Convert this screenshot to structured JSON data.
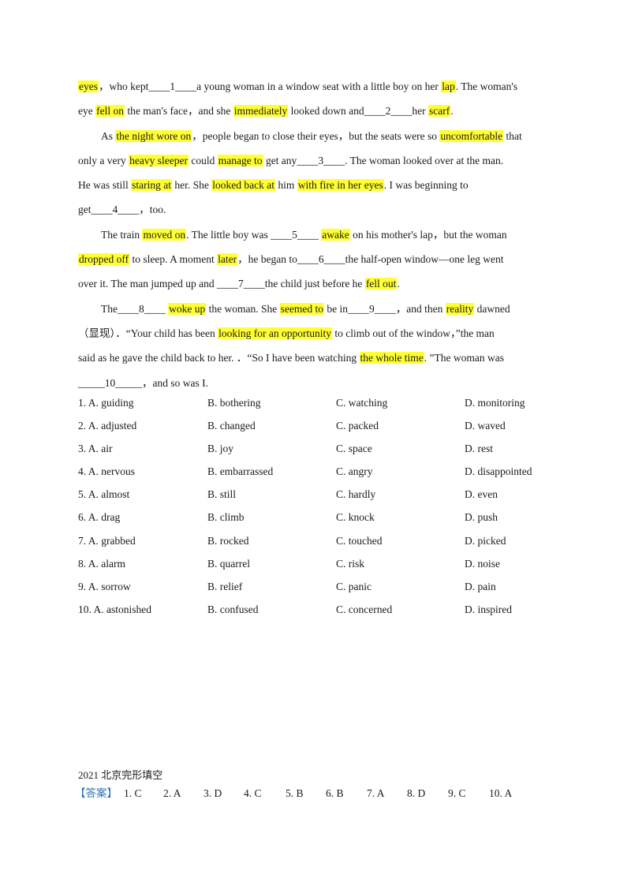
{
  "passage": {
    "line1": {
      "hl1": "eyes",
      "t1": "，who kept",
      "b1": "____1____",
      "t2": "a young woman in a window seat with a little boy on her ",
      "hl2": "lap",
      "t3": ". The woman's"
    },
    "line2": {
      "t1": "eye ",
      "hl1": "fell on",
      "t2": " the man's face，and she ",
      "hl2": "immediately",
      "t3": " looked down and",
      "b1": "____2____",
      "t4": "her ",
      "hl3": "scarf",
      "t5": "."
    },
    "line3": {
      "t1": "As ",
      "hl1": "the night wore on",
      "t2": "，people began to close their eyes，but the seats were so ",
      "hl2": "uncomfortable",
      "t3": " that"
    },
    "line4": {
      "t1": "only a very ",
      "hl1": "heavy sleeper",
      "t2": " could ",
      "hl2": "manage to",
      "t3": " get any",
      "b1": "____3____",
      "t4": ". The woman looked over at the man."
    },
    "line5": {
      "t1": "He was still ",
      "hl1": "staring at",
      "t2": " her. She ",
      "hl2": "looked back at",
      "t3": " him ",
      "hl3": "with fire in her eyes",
      "t4": ". I was beginning to"
    },
    "line6": {
      "t1": "get",
      "b1": "____4____",
      "t2": "，too."
    },
    "line7": {
      "t1": "The train ",
      "hl1": "moved on",
      "t2": ". The little boy was ",
      "b1": "____5____",
      "t3": " ",
      "hl2": "awake",
      "t4": " on his mother's lap，but the woman"
    },
    "line8": {
      "hl1": "dropped off",
      "t1": " to sleep. A moment ",
      "hl2": "later",
      "t2": "，he began to",
      "b1": "____6____",
      "t3": "the half-open window—one leg went"
    },
    "line9": {
      "t1": "over it. The man jumped up and ",
      "b1": "____7____",
      "t2": "the child just before he ",
      "hl1": "fell out",
      "t3": "."
    },
    "line10": {
      "t1": "The",
      "b1": "____8____",
      "t2": " ",
      "hl1": "woke up",
      "t3": " the woman. She ",
      "hl2": "seemed to",
      "t4": " be in",
      "b2": "____9____",
      "t5": "，and then ",
      "hl3": "reality",
      "t6": " dawned"
    },
    "line11": {
      "t1": "（显现）．“Your child has been ",
      "hl1": "looking for an opportunity",
      "t2": " to climb out of the window，”the man"
    },
    "line12": {
      "t1": "said as he gave the child back to her. ．“So I have been watching ",
      "hl1": "the whole time",
      "t2": ". ”The woman was"
    },
    "line13": {
      "b1": "_____10_____",
      "t1": "，and so was I."
    }
  },
  "options": [
    [
      "1. A.  guiding",
      "B.  bothering",
      "C.  watching",
      "D.  monitoring"
    ],
    [
      "2. A.  adjusted",
      "B.  changed",
      "C.  packed",
      "D.  waved"
    ],
    [
      "3. A.  air",
      "B.  joy",
      "C.  space",
      "D.  rest"
    ],
    [
      "4. A.  nervous",
      "B.  embarrassed",
      "C.  angry",
      "D.  disappointed"
    ],
    [
      "5. A.  almost",
      "B.  still",
      "C.  hardly",
      "D.  even"
    ],
    [
      "6. A.  drag",
      "B.  climb",
      "C.  knock",
      "D.  push"
    ],
    [
      "7. A.  grabbed",
      "B.  rocked",
      "C.  touched",
      "D.  picked"
    ],
    [
      "8. A.  alarm",
      "B.  quarrel",
      "C.  risk",
      "D.  noise"
    ],
    [
      "9. A.  sorrow",
      "B.  relief",
      "C.  panic",
      "D.  pain"
    ],
    [
      "10. A.  astonished",
      "B.  confused",
      "C.  concerned",
      "D.  inspired"
    ]
  ],
  "footer": {
    "source": "2021 北京完形填空",
    "answer_label": "【答案】",
    "answers": [
      "1. C",
      "2. A",
      "3. D",
      "4. C",
      "5. B",
      "6. B",
      "7. A",
      "8. D",
      "9. C",
      "10. A"
    ]
  }
}
